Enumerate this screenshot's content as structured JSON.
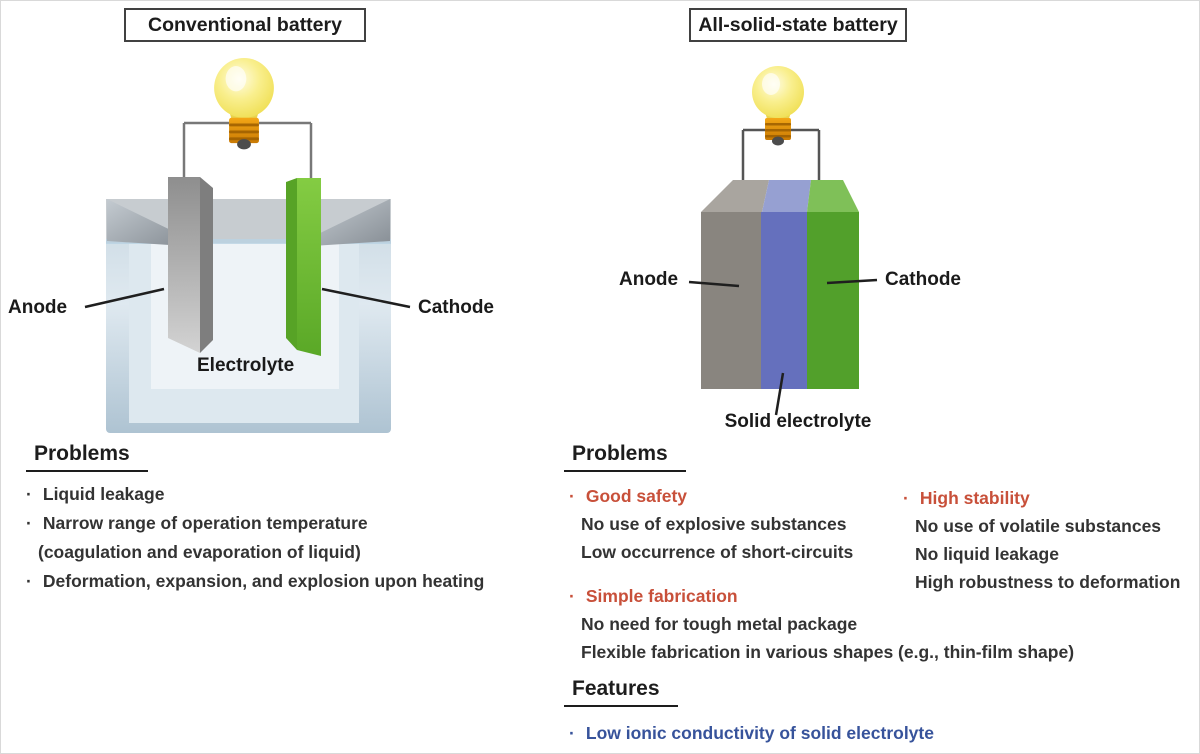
{
  "ui": {
    "bullet": "·"
  },
  "colors": {
    "advantage_red": "#c8503a",
    "feature_blue": "#37539b",
    "anode_gray": "#8f8b85",
    "cathode_green": "#55a32c",
    "solid_electrolyte_blue": "#6570bd",
    "liquid_electrolyte": "#dbe7ef",
    "bulb_yellow": "#f5e65f",
    "bulb_base_orange": "#e9930b"
  },
  "left_panel": {
    "title": "Conventional battery",
    "anode_label": "Anode",
    "cathode_label": "Cathode",
    "electrolyte_label": "Electrolyte",
    "problems": {
      "heading": "Problems",
      "items": [
        {
          "text": "Liquid leakage"
        },
        {
          "text": "Narrow range of operation temperature",
          "sub": "(coagulation and evaporation of liquid)"
        },
        {
          "text": "Deformation, expansion, and explosion upon heating"
        }
      ]
    }
  },
  "right_panel": {
    "title": "All-solid-state battery",
    "anode_label": "Anode",
    "cathode_label": "Cathode",
    "solid_electrolyte_label": "Solid electrolyte",
    "problems": {
      "heading": "Problems",
      "groups": [
        {
          "title": "Good safety",
          "items": [
            "No use of explosive substances",
            "Low occurrence of short-circuits"
          ]
        },
        {
          "title": "Simple fabrication",
          "items": [
            "No need for tough metal package",
            "Flexible fabrication in various shapes (e.g., thin-film shape)"
          ]
        },
        {
          "title": "High stability",
          "items": [
            "No use of volatile substances",
            "No liquid leakage",
            "High robustness to deformation"
          ]
        }
      ]
    },
    "features": {
      "heading": "Features",
      "items": [
        "Low ionic conductivity of solid electrolyte"
      ]
    }
  }
}
